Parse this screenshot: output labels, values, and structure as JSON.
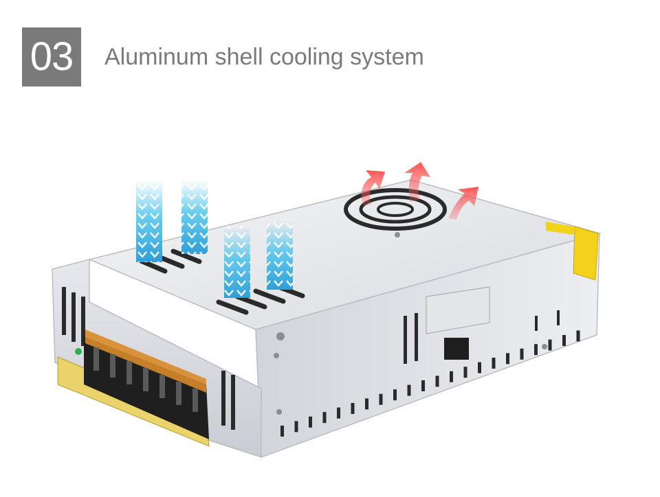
{
  "header": {
    "number": "03",
    "title": "Aluminum shell cooling system"
  },
  "colors": {
    "badge_bg": "#7a7a7a",
    "title_text": "#7a7a7a",
    "cool_air": "#4cc3ea",
    "hot_air": "#f06060",
    "label_yellow": "#f2d21a"
  },
  "illustration": {
    "subject": "power-supply-unit",
    "icons": [
      "cool-air-arrows-icon",
      "hot-air-arrows-icon",
      "fan-vent-icon"
    ]
  }
}
